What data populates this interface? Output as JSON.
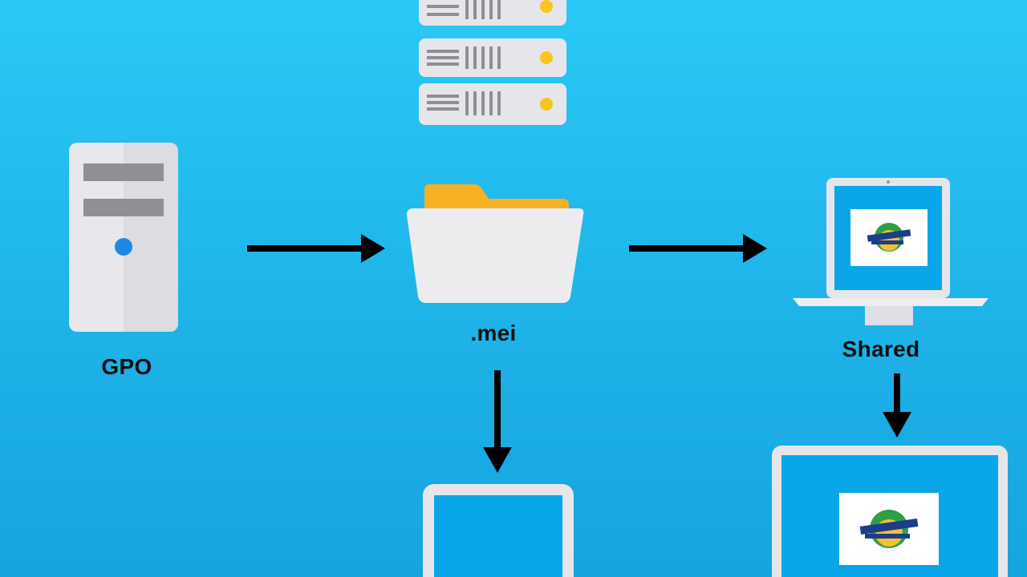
{
  "nodes": {
    "gpo": {
      "label": "GPO",
      "icon": "desktop-tower-icon"
    },
    "server": {
      "icon": "server-rack-icon"
    },
    "folder": {
      "label": ".mei",
      "icon": "folder-icon"
    },
    "shared": {
      "label": "Shared",
      "icon": "laptop-icon"
    },
    "tablet": {
      "icon": "tablet-icon"
    },
    "monitor": {
      "icon": "monitor-icon"
    }
  },
  "colors": {
    "background": "#1eb3e9",
    "arrow": "#000000",
    "device_body": "#e9e9ec",
    "screen": "#0aa6ea",
    "folder_tab": "#f6b125",
    "led": "#f7c51c",
    "power_button": "#1e88e5"
  }
}
